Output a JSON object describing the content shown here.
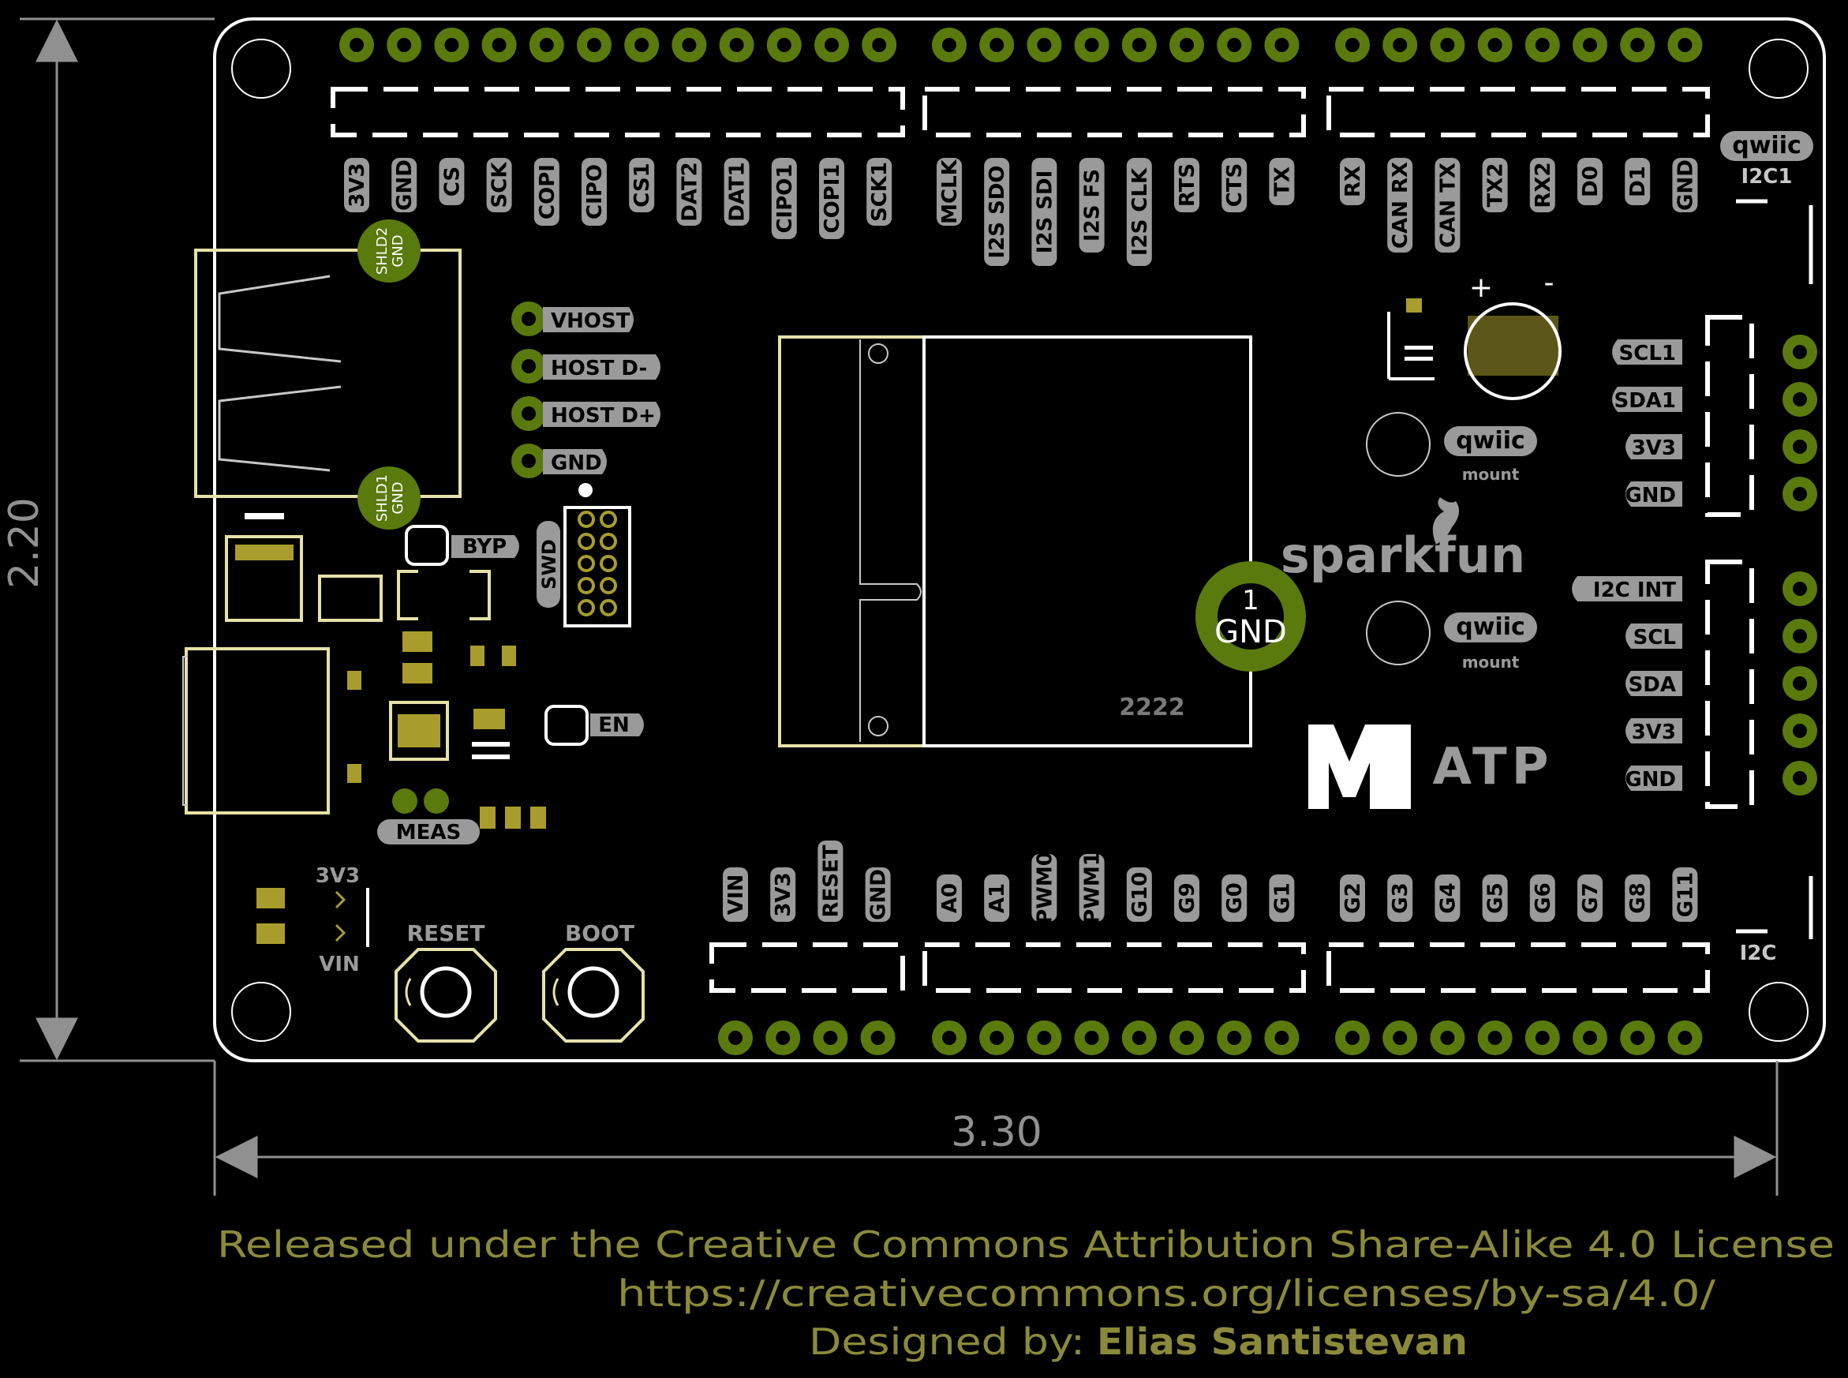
{
  "dimensions": {
    "height": "2.20",
    "width": "3.30"
  },
  "header_pins": {
    "top_left": [
      "3V3",
      "GND",
      "CS",
      "SCK",
      "COPI",
      "CIPO",
      "CS1",
      "DAT2",
      "DAT1",
      "CIPO1",
      "COPI1",
      "SCK1"
    ],
    "top_mid": [
      "MCLK",
      "I2S SDO",
      "I2S SDI",
      "I2S FS",
      "I2S CLK",
      "RTS",
      "CTS",
      "TX"
    ],
    "top_right": [
      "RX",
      "CAN RX",
      "CAN TX",
      "TX2",
      "RX2",
      "D0",
      "D1",
      "GND"
    ],
    "bottom_left": [
      "VIN",
      "3V3",
      "RESET",
      "GND"
    ],
    "bottom_mid": [
      "A0",
      "A1",
      "PWM0",
      "PWM1",
      "G10",
      "G9",
      "G0",
      "G1"
    ],
    "bottom_right": [
      "G2",
      "G3",
      "G4",
      "G5",
      "G6",
      "G7",
      "G8",
      "G11"
    ]
  },
  "usb_labels": {
    "shield2": [
      "SHLD2",
      "GND"
    ],
    "shield1": [
      "SHLD1",
      "GND"
    ]
  },
  "host_pins": [
    "VHOST",
    "HOST D-",
    "HOST D+",
    "GND"
  ],
  "labels": {
    "byp": "BYP",
    "swd": "SWD",
    "en": "EN",
    "meas": "MEAS",
    "sel_3v3": "3V3",
    "sel_vin": "VIN",
    "reset": "RESET",
    "boot": "BOOT",
    "gnd_pad_num": "1",
    "gnd_pad": "GND",
    "module_code": "2222",
    "plus": "+",
    "minus": "-",
    "qwiic_top": "qwiic",
    "i2c1_top": "I2C1",
    "qwiic_mount": "qwiic",
    "mount": "mount",
    "sparkfun": "sparkfun",
    "logo_text": "ATP",
    "i2c_bottom": "I2C"
  },
  "qwiic_upper_pins": [
    "SCL1",
    "SDA1",
    "3V3",
    "GND"
  ],
  "qwiic_lower_pins": [
    "I2C INT",
    "SCL",
    "SDA",
    "3V3",
    "GND"
  ],
  "license": {
    "line1": "Released under the Creative Commons Attribution Share-Alike 4.0 License",
    "line2": "https://creativecommons.org/licenses/by-sa/4.0/",
    "designed_by": "Designed by:",
    "designer": "Elias Santistevan"
  },
  "colors": {
    "background": "#000000",
    "outline": "#ffffff",
    "silk": "#c8c8c8",
    "copper": "#5a7a0e",
    "pad": "#a89d2c",
    "silk_yellow": "#e6e1a8",
    "dimension": "#909090",
    "license_text": "#8a8a3a"
  }
}
